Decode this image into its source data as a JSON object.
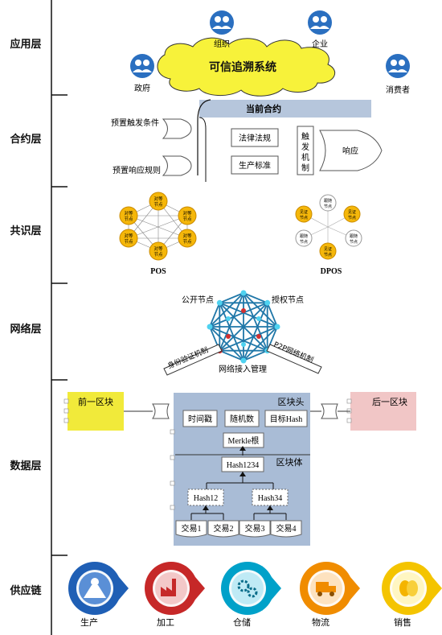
{
  "layers": [
    "应用层",
    "合约层",
    "共识层",
    "网络层",
    "数据层",
    "供应链"
  ],
  "app": {
    "center": "可信追溯系统",
    "org": "组织",
    "enterprise": "企业",
    "government": "政府",
    "consumer": "消费者"
  },
  "contract": {
    "title": "当前合约",
    "preset_trigger": "预置触发条件",
    "preset_response": "预置响应规则",
    "law": "法律法规",
    "standard": "生产标准",
    "trigger": [
      "触",
      "发",
      "机",
      "制"
    ],
    "response": "响应"
  },
  "consensus": {
    "pos": "POS",
    "dpos": "DPOS",
    "peer": "对等节点",
    "witness": "见证节点",
    "follower": "跟随节点"
  },
  "network": {
    "public_node": "公开节点",
    "auth_node": "授权节点",
    "identity": "身份验证机制",
    "p2p": "P2P网络机制",
    "access": "网络接入管理"
  },
  "data": {
    "prev": "前一区块",
    "next": "后一区块",
    "header": "区块头",
    "body": "区块体",
    "timestamp": "时间戳",
    "nonce": "随机数",
    "target": "目标Hash",
    "merkle": "Merkle根",
    "h1234": "Hash1234",
    "h12": "Hash12",
    "h34": "Hash34",
    "tx": [
      "交易1",
      "交易2",
      "交易3",
      "交易4"
    ]
  },
  "supply": {
    "items": [
      "生产",
      "加工",
      "仓储",
      "物流",
      "销售"
    ]
  },
  "colors": {
    "production": "#1f5fb5",
    "processing": "#c62828",
    "storage": "#00a1c9",
    "logistics": "#f08c00",
    "sales": "#f4c400",
    "node": "#f5b70a",
    "block": "#a9bcd6",
    "prev": "#f1ea3a",
    "next": "#f1c6c6",
    "net": "#1f77a8"
  }
}
